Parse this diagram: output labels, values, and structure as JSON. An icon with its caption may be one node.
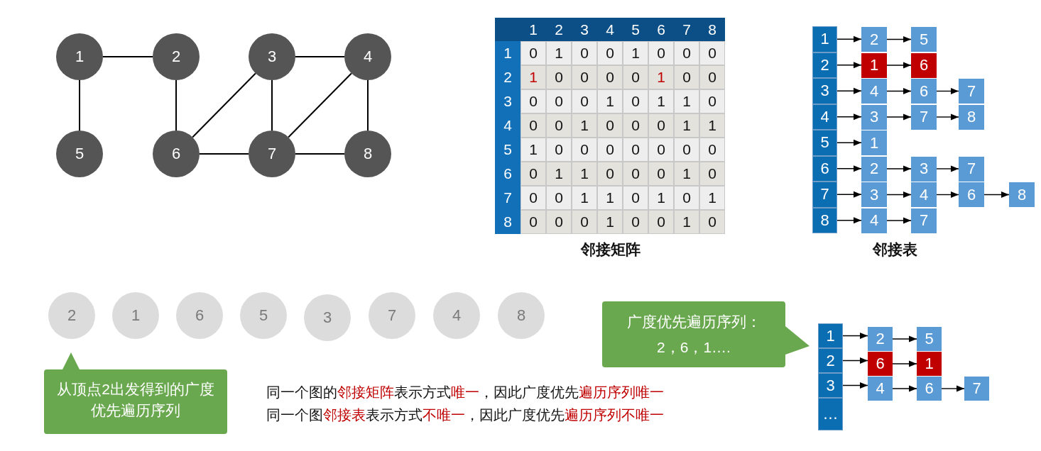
{
  "diagram": {
    "nodes": [
      {
        "text": [
          "1"
        ]
      },
      {
        "text": [
          "2"
        ]
      },
      {
        "text": [
          "3"
        ]
      },
      {
        "text": [
          "4"
        ]
      },
      {
        "text": [
          "5"
        ]
      },
      {
        "text": [
          "6"
        ]
      },
      {
        "text": [
          "7"
        ]
      },
      {
        "text": [
          "8"
        ]
      },
      {
        "text": [
          "1"
        ]
      },
      {
        "text": [
          "2"
        ]
      },
      {
        "text": [
          "3"
        ]
      },
      {
        "text": [
          "4"
        ]
      },
      {
        "text": [
          "5"
        ]
      },
      {
        "text": [
          "6"
        ]
      },
      {
        "text": [
          "7"
        ]
      },
      {
        "text": [
          "8"
        ]
      },
      {
        "text": [
          "2"
        ]
      },
      {
        "text": [
          "5"
        ]
      },
      {
        "text": [
          "1"
        ]
      },
      {
        "text": [
          "6"
        ]
      },
      {
        "text": [
          "4"
        ]
      },
      {
        "text": [
          "6"
        ]
      },
      {
        "text": [
          "7"
        ]
      },
      {
        "text": [
          "3"
        ]
      },
      {
        "text": [
          "7"
        ]
      },
      {
        "text": [
          "8"
        ]
      },
      {
        "text": [
          "1"
        ]
      },
      {
        "text": [
          "2"
        ]
      },
      {
        "text": [
          "3"
        ]
      },
      {
        "text": [
          "7"
        ]
      },
      {
        "text": [
          "3"
        ]
      },
      {
        "text": [
          "4"
        ]
      },
      {
        "text": [
          "6"
        ]
      },
      {
        "text": [
          "8"
        ]
      },
      {
        "text": [
          "4"
        ]
      },
      {
        "text": [
          "7"
        ]
      },
      {
        "text": [
          "2"
        ]
      },
      {
        "text": [
          "1"
        ]
      },
      {
        "text": [
          "6"
        ]
      },
      {
        "text": [
          "5"
        ]
      },
      {
        "text": [
          "3"
        ]
      },
      {
        "text": [
          "7"
        ]
      },
      {
        "text": [
          "4"
        ]
      },
      {
        "text": [
          "8"
        ]
      },
      {
        "text": [
          "从顶点2出发得到的广度优先遍历序列"
        ]
      },
      {
        "text": [
          "广度优先遍历序列：",
          "2，6，1…."
        ]
      },
      {
        "text": [
          "1"
        ]
      },
      {
        "text": [
          "2"
        ]
      },
      {
        "text": [
          "3"
        ]
      },
      {
        "text": [
          "…"
        ]
      },
      {
        "text": [
          "2"
        ]
      },
      {
        "text": [
          "5"
        ]
      },
      {
        "text": [
          "6"
        ]
      },
      {
        "text": [
          "1"
        ]
      },
      {
        "text": [
          "4"
        ]
      },
      {
        "text": [
          "6"
        ]
      },
      {
        "text": [
          "7"
        ]
      }
    ],
    "edges": [
      {
        "from": 0,
        "to": 1,
        "arrow": "none"
      },
      {
        "from": 0,
        "to": 4,
        "arrow": "none"
      },
      {
        "from": 1,
        "to": 5,
        "arrow": "none"
      },
      {
        "from": 2,
        "to": 3,
        "arrow": "none"
      },
      {
        "from": 2,
        "to": 5,
        "arrow": "none"
      },
      {
        "from": 2,
        "to": 6,
        "arrow": "none"
      },
      {
        "from": 3,
        "to": 6,
        "arrow": "none"
      },
      {
        "from": 3,
        "to": 7,
        "arrow": "none"
      },
      {
        "from": 5,
        "to": 6,
        "arrow": "none"
      },
      {
        "from": 6,
        "to": 7,
        "arrow": "none"
      },
      {
        "from": 8,
        "to": 16,
        "arrow": "to"
      },
      {
        "from": 16,
        "to": 17,
        "arrow": "to"
      },
      {
        "from": 9,
        "to": 18,
        "arrow": "to"
      },
      {
        "from": 18,
        "to": 19,
        "arrow": "to"
      },
      {
        "from": 10,
        "to": 20,
        "arrow": "to"
      },
      {
        "from": 20,
        "to": 21,
        "arrow": "to"
      },
      {
        "from": 21,
        "to": 22,
        "arrow": "to"
      },
      {
        "from": 11,
        "to": 23,
        "arrow": "to"
      },
      {
        "from": 23,
        "to": 24,
        "arrow": "to"
      },
      {
        "from": 24,
        "to": 25,
        "arrow": "to"
      },
      {
        "from": 12,
        "to": 26,
        "arrow": "to"
      },
      {
        "from": 13,
        "to": 27,
        "arrow": "to"
      },
      {
        "from": 27,
        "to": 28,
        "arrow": "to"
      },
      {
        "from": 28,
        "to": 29,
        "arrow": "to"
      },
      {
        "from": 14,
        "to": 30,
        "arrow": "to"
      },
      {
        "from": 30,
        "to": 31,
        "arrow": "to"
      },
      {
        "from": 31,
        "to": 32,
        "arrow": "to"
      },
      {
        "from": 32,
        "to": 33,
        "arrow": "to"
      },
      {
        "from": 15,
        "to": 34,
        "arrow": "to"
      },
      {
        "from": 34,
        "to": 35,
        "arrow": "to"
      },
      {
        "from": 46,
        "to": 50,
        "arrow": "to"
      },
      {
        "from": 50,
        "to": 51,
        "arrow": "to"
      },
      {
        "from": 47,
        "to": 52,
        "arrow": "to"
      },
      {
        "from": 52,
        "to": 53,
        "arrow": "to"
      },
      {
        "from": 48,
        "to": 54,
        "arrow": "to"
      },
      {
        "from": 54,
        "to": 55,
        "arrow": "to"
      },
      {
        "from": 55,
        "to": 56,
        "arrow": "to"
      }
    ],
    "labels": [
      "1",
      "2",
      "3",
      "4",
      "5",
      "6",
      "7",
      "8",
      "1",
      "0",
      "1",
      "0",
      "0",
      "1",
      "0",
      "0",
      "0",
      "2",
      "**1**",
      "0",
      "0",
      "0",
      "0",
      "**1**",
      "0",
      "0",
      "3",
      "0",
      "0",
      "0",
      "1",
      "0",
      "1",
      "1",
      "0",
      "4",
      "0",
      "0",
      "1",
      "0",
      "0",
      "0",
      "1",
      "1",
      "5",
      "1",
      "0",
      "0",
      "0",
      "0",
      "0",
      "0",
      "0",
      "6",
      "0",
      "1",
      "1",
      "0",
      "0",
      "0",
      "1",
      "0",
      "7",
      "0",
      "0",
      "1",
      "1",
      "0",
      "1",
      "0",
      "1",
      "8",
      "0",
      "0",
      "0",
      "1",
      "0",
      "0",
      "1",
      "0",
      "邻接矩阵",
      "邻接表",
      "同一个图的**邻接矩阵**表示方式**唯一**，因此广度优先**遍历序列唯一**",
      "同一个图**邻接表**表示方式**不唯一**，因此广度优先**遍历序列不唯一**"
    ]
  }
}
